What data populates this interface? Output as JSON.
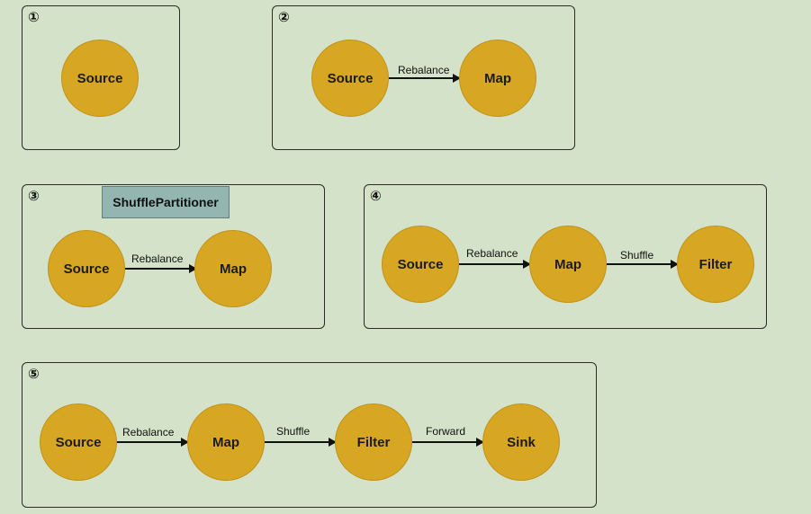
{
  "panels": [
    {
      "step": "①",
      "nodes": [
        "Source"
      ],
      "edges": []
    },
    {
      "step": "②",
      "nodes": [
        "Source",
        "Map"
      ],
      "edges": [
        "Rebalance"
      ]
    },
    {
      "step": "③",
      "nodes": [
        "Source",
        "Map"
      ],
      "edges": [
        "Rebalance"
      ],
      "partitioner_label": "ShufflePartitioner"
    },
    {
      "step": "④",
      "nodes": [
        "Source",
        "Map",
        "Filter"
      ],
      "edges": [
        "Rebalance",
        "Shuffle"
      ]
    },
    {
      "step": "⑤",
      "nodes": [
        "Source",
        "Map",
        "Filter",
        "Sink"
      ],
      "edges": [
        "Rebalance",
        "Shuffle",
        "Forward"
      ]
    }
  ],
  "colors": {
    "background": "#d3e2c8",
    "node_fill": "#d7a623",
    "partitioner_fill": "#93b6b1",
    "border": "#2b2b2b"
  }
}
